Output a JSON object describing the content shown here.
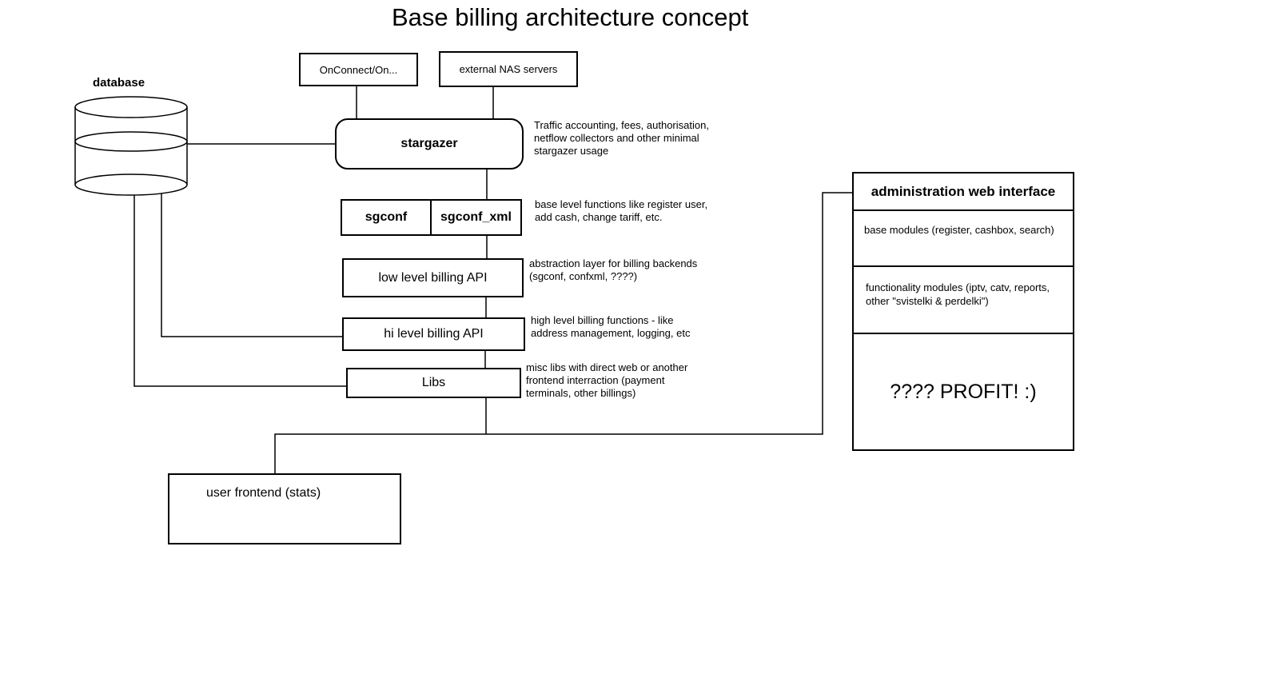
{
  "title": "Base billing architecture concept",
  "database": {
    "label": "database"
  },
  "boxes": {
    "onconnect": "OnConnect/On...",
    "nas": "external NAS servers",
    "stargazer": "stargazer",
    "sgconf": "sgconf",
    "sgconf_xml": "sgconf_xml",
    "low_level_api": "low level billing API",
    "hi_level_api": "hi level billing API",
    "libs": "Libs",
    "user_frontend": "user frontend (stats)"
  },
  "notes": {
    "stargazer": "Traffic accounting, fees, authorisation,\nnetflow collectors and other minimal\nstargazer usage",
    "sgconf": "base level functions like register user,\nadd cash, change tariff, etc.",
    "low_level_api": "abstraction layer for billing backends\n(sgconf, confxml, ????)",
    "hi_level_api": "high level billing functions - like\naddress management, logging, etc",
    "libs": "misc libs with direct web or another\nfrontend interraction (payment\nterminals, other billings)"
  },
  "admin": {
    "header": "administration web interface",
    "base_modules": "base modules (register, cashbox, search)",
    "functionality_modules": "functionality modules (iptv, catv, reports,\nother \"svistelki & perdelki\")",
    "profit": "???? PROFIT! :)"
  },
  "colors": {
    "line": "#000000",
    "background": "#ffffff"
  }
}
